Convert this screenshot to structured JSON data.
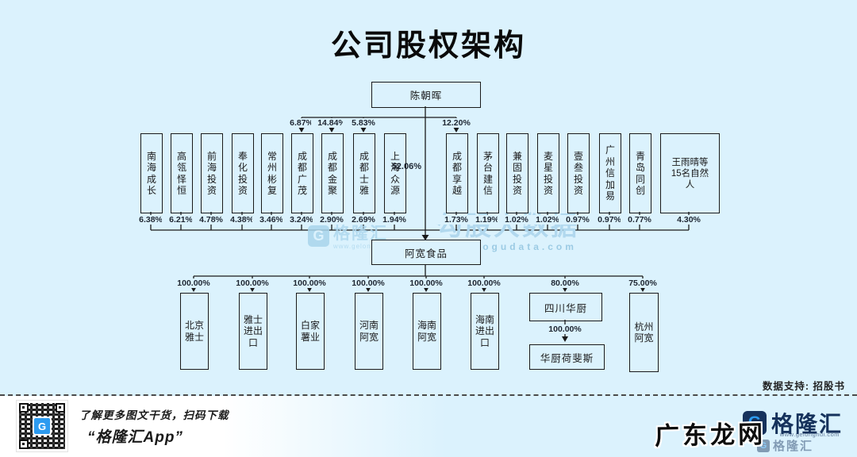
{
  "page": {
    "title": "公司股权架构"
  },
  "colors": {
    "background": "#dbf2fd",
    "line": "#1a1a1a",
    "brand_navy": "#16325c",
    "brand_blue": "#2d9bf0",
    "watermark_blue": "#aed8ee"
  },
  "chart": {
    "root": {
      "name": "陈朝晖"
    },
    "company": {
      "name": "阿宽食品",
      "parent_pct": "52.06%"
    },
    "shareholders": [
      {
        "name": "南海成长",
        "pct": "6.38%"
      },
      {
        "name": "高瓴怿恒",
        "pct": "6.21%"
      },
      {
        "name": "前海投资",
        "pct": "4.78%"
      },
      {
        "name": "奉化投资",
        "pct": "4.38%"
      },
      {
        "name": "常州彬复",
        "pct": "3.46%"
      },
      {
        "name": "成都广茂",
        "pct": "3.24%",
        "root_pct": "6.87%"
      },
      {
        "name": "成都金聚",
        "pct": "2.90%",
        "root_pct": "14.84%"
      },
      {
        "name": "成都士雅",
        "pct": "2.69%",
        "root_pct": "5.83%"
      },
      {
        "name": "上海众源",
        "pct": "1.94%"
      },
      {
        "name": "成都享越",
        "pct": "1.73%",
        "root_pct": "12.20%"
      },
      {
        "name": "茅台建信",
        "pct": "1.19%"
      },
      {
        "name": "兼固投资",
        "pct": "1.02%"
      },
      {
        "name": "麦星投资",
        "pct": "1.02%"
      },
      {
        "name": "壹叁投资",
        "pct": "0.97%"
      },
      {
        "name": "广州信加易",
        "pct": "0.97%"
      },
      {
        "name": "青岛同创",
        "pct": "0.77%"
      },
      {
        "name": "王雨晴等15名自然人",
        "pct": "4.30%"
      }
    ],
    "subsidiaries": [
      {
        "name": "北京雅士",
        "pct": "100.00%"
      },
      {
        "name": "雅士进出口",
        "pct": "100.00%"
      },
      {
        "name": "白家薯业",
        "pct": "100.00%"
      },
      {
        "name": "河南阿宽",
        "pct": "100.00%"
      },
      {
        "name": "海南阿宽",
        "pct": "100.00%"
      },
      {
        "name": "海南进出口",
        "pct": "100.00%"
      },
      {
        "name": "四川华厨",
        "pct": "80.00%",
        "child": {
          "name": "华厨荷斐斯",
          "pct": "100.00%"
        }
      },
      {
        "name": "杭州阿宽",
        "pct": "75.00%"
      }
    ]
  },
  "source_note": "数据支持: 招股书",
  "watermarks": {
    "left": {
      "brand": "格隆汇",
      "url": "www.gelonghui.com",
      "logo_letter": "G"
    },
    "right": {
      "title": "勾股大数据",
      "url": "www.gogudata.com"
    },
    "overlay": "广东龙网"
  },
  "footer": {
    "caption_line1": "了解更多图文干货，扫码下载",
    "caption_line2": "“格隆汇App”",
    "brand": "格隆汇",
    "brand_url": "www.gelonghui.com",
    "logo_letter": "G"
  }
}
